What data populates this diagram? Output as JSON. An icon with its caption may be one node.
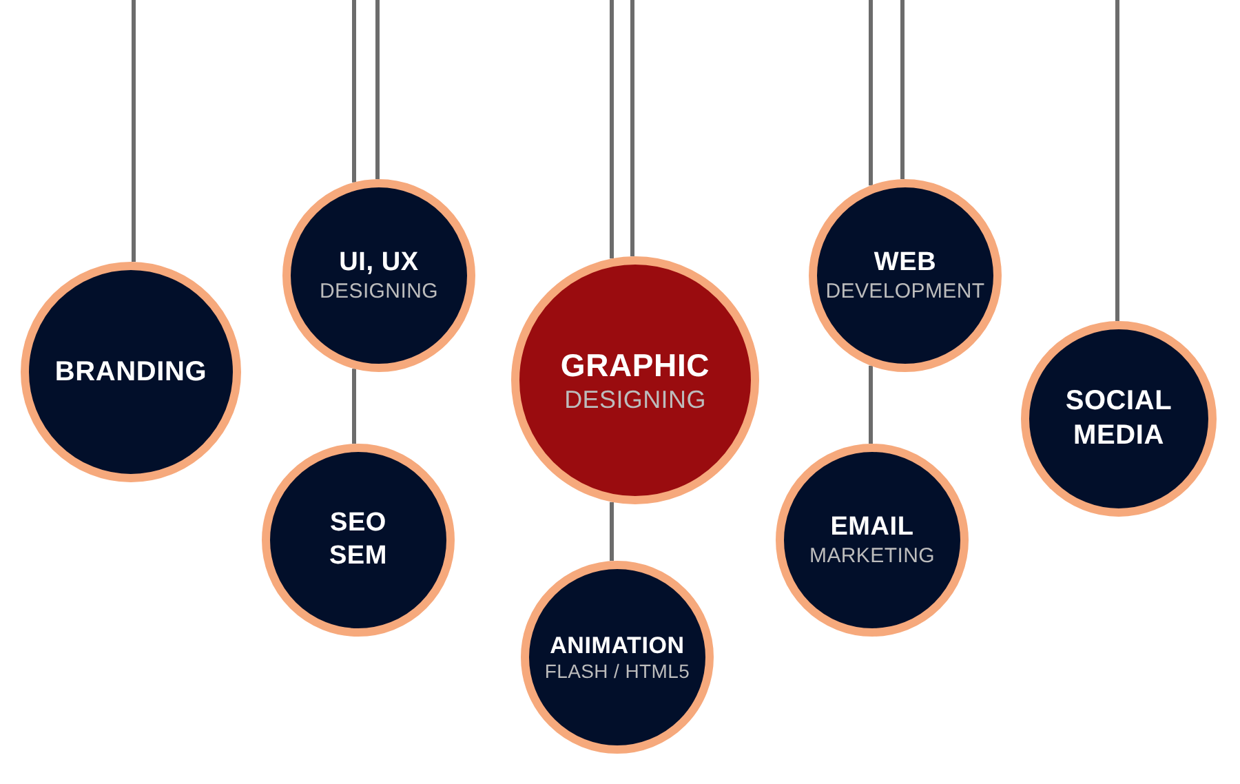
{
  "diagram": {
    "nodes": [
      {
        "text": [
          "BRANDING"
        ]
      },
      {
        "text": [
          "UI, UX",
          "DESIGNING"
        ]
      },
      {
        "text": [
          "SEO SEM"
        ]
      },
      {
        "text": [
          "GRAPHIC",
          "DESIGNING"
        ]
      },
      {
        "text": [
          "ANIMATION",
          "FLASH / HTML5"
        ]
      },
      {
        "text": [
          "WEB",
          "DEVELOPMENT"
        ]
      },
      {
        "text": [
          "EMAIL",
          "MARKETING"
        ]
      },
      {
        "text": [
          "SOCIAL MEDIA"
        ]
      }
    ],
    "edges": [
      {
        "from": null,
        "to": 0,
        "arrow": "none"
      },
      {
        "from": null,
        "to": 1,
        "arrow": "none"
      },
      {
        "from": null,
        "to": 1,
        "arrow": "none"
      },
      {
        "from": 1,
        "to": 2,
        "arrow": "none"
      },
      {
        "from": null,
        "to": 3,
        "arrow": "none"
      },
      {
        "from": null,
        "to": 3,
        "arrow": "none"
      },
      {
        "from": 3,
        "to": 4,
        "arrow": "none"
      },
      {
        "from": null,
        "to": 5,
        "arrow": "none"
      },
      {
        "from": null,
        "to": 5,
        "arrow": "none"
      },
      {
        "from": 5,
        "to": 6,
        "arrow": "none"
      },
      {
        "from": null,
        "to": 7,
        "arrow": "none"
      }
    ]
  }
}
